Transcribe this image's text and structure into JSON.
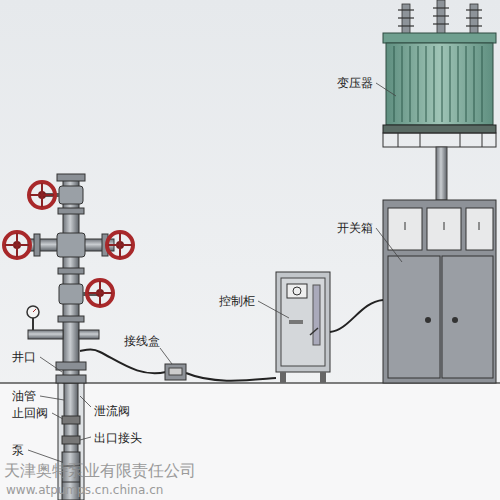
{
  "diagram": {
    "labels": [
      "变压器",
      "开关箱",
      "控制柜",
      "接线盒",
      "井口",
      "油管",
      "止回阀",
      "泄流阀",
      "出口接头",
      "泵",
      "天津奥特泵业有限责任公司",
      "www.atpumps.cn.china.cn"
    ]
  }
}
